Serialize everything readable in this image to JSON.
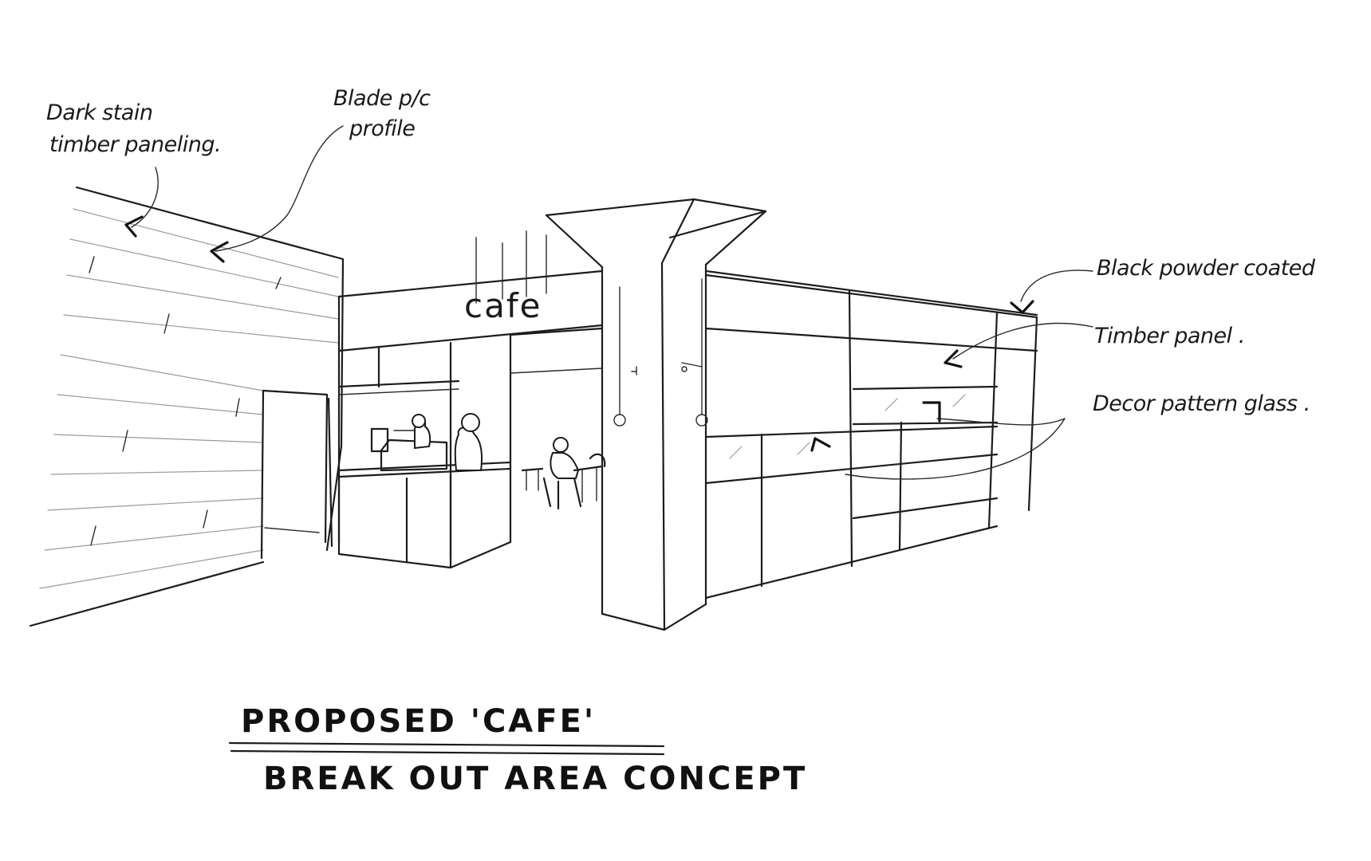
{
  "annotations": {
    "dark_stain_line1": "Dark stain",
    "dark_stain_line2": "timber paneling.",
    "blade_line1": "Blade p/c",
    "blade_line2": "profile",
    "black_powder": "Black powder coated",
    "timber_panel": "Timber panel .",
    "decor_glass": "Decor pattern glass ."
  },
  "signage": {
    "cafe_sign": "cafe"
  },
  "caption": {
    "line1": "PROPOSED 'CAFE'",
    "line2": "BREAK OUT AREA CONCEPT"
  },
  "colors": {
    "paper": "#ffffff",
    "ink": "#1c1c1c"
  }
}
